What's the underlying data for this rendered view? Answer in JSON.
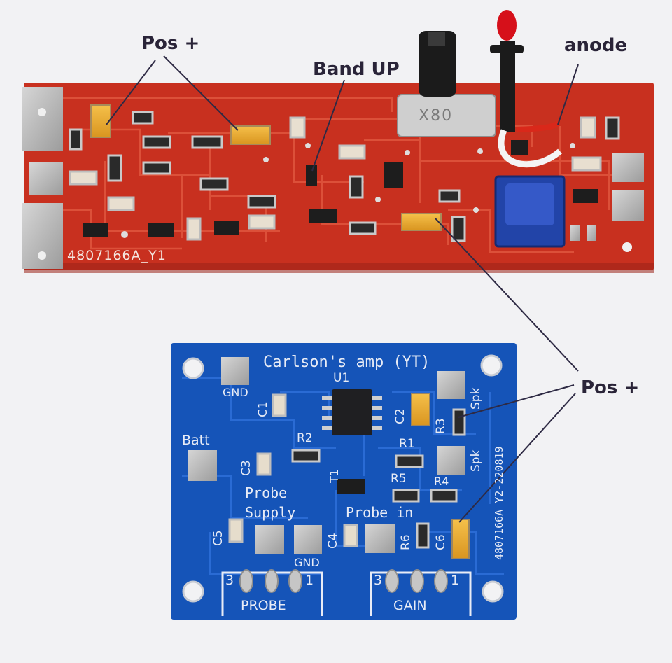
{
  "annotations": {
    "pos_plus_top": "Pos +",
    "band_up": "Band UP",
    "anode": "anode",
    "pos_plus_right": "Pos +"
  },
  "red_board": {
    "part_number": "4807166A_Y1",
    "crystal_marking": "X80"
  },
  "blue_board": {
    "title": "Carlson's amp (YT)",
    "vertical_id": "4807166A_Y2-220819",
    "labels": {
      "gnd_top": "GND",
      "spk_top": "Spk",
      "spk_mid": "Spk",
      "batt": "Batt",
      "probe_supply_1": "Probe",
      "probe_supply_2": "Supply",
      "gnd_bottom": "GND",
      "probe_in": "Probe in",
      "probe": "PROBE",
      "gain": "GAIN",
      "pin3_left": "3",
      "pin1_left": "1",
      "pin3_right": "3",
      "pin1_right": "1"
    },
    "designators": {
      "u1": "U1",
      "c1": "C1",
      "c2": "C2",
      "r3": "R3",
      "r2": "R2",
      "r1": "R1",
      "c3": "C3",
      "t1": "T1",
      "r5": "R5",
      "r4": "R4",
      "c5": "C5",
      "c4": "C4",
      "r6": "R6",
      "c6": "C6"
    }
  },
  "colors": {
    "background": "#f2f2f4",
    "red_board": "#c8301f",
    "blue_board": "#1554b8",
    "annotation_text": "#2a2438",
    "pad": "#b7b7b7"
  }
}
